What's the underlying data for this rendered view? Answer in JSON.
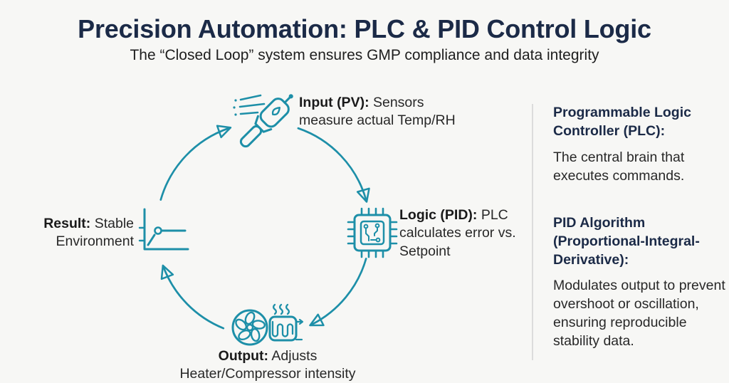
{
  "header": {
    "title": "Precision Automation: PLC & PID Control Logic",
    "subtitle": "The “Closed Loop” system ensures GMP compliance and data integrity"
  },
  "cycle": {
    "direction": "clockwise",
    "nodes": [
      {
        "id": "input",
        "position": "top",
        "icon": "sensor-probe-icon",
        "label": "Input (PV):",
        "text": "Sensors measure actual Temp/RH"
      },
      {
        "id": "logic",
        "position": "right",
        "icon": "microchip-icon",
        "label": "Logic (PID):",
        "text": "PLC calculates error vs. Setpoint"
      },
      {
        "id": "output",
        "position": "bottom",
        "icon": "fan-and-heater-icon",
        "label": "Output:",
        "text": "Adjusts Heater/Compressor intensity"
      },
      {
        "id": "result",
        "position": "left",
        "icon": "stability-graph-icon",
        "label": "Result:",
        "text": "Stable Environment"
      }
    ]
  },
  "sidebar": {
    "sections": [
      {
        "heading": "Programmable Logic Controller (PLC):",
        "body": "The central brain that executes commands."
      },
      {
        "heading": "PID Algorithm (Proportional-Integral-Derivative):",
        "body": "Modulates output to prevent overshoot or oscillation, ensuring reproducible stability data."
      }
    ]
  },
  "colors": {
    "accent_teal": "#1d8fa8",
    "heading_navy": "#1b2a47",
    "body_text": "#282828",
    "background": "#f7f7f5",
    "divider": "#dcdcdc"
  }
}
